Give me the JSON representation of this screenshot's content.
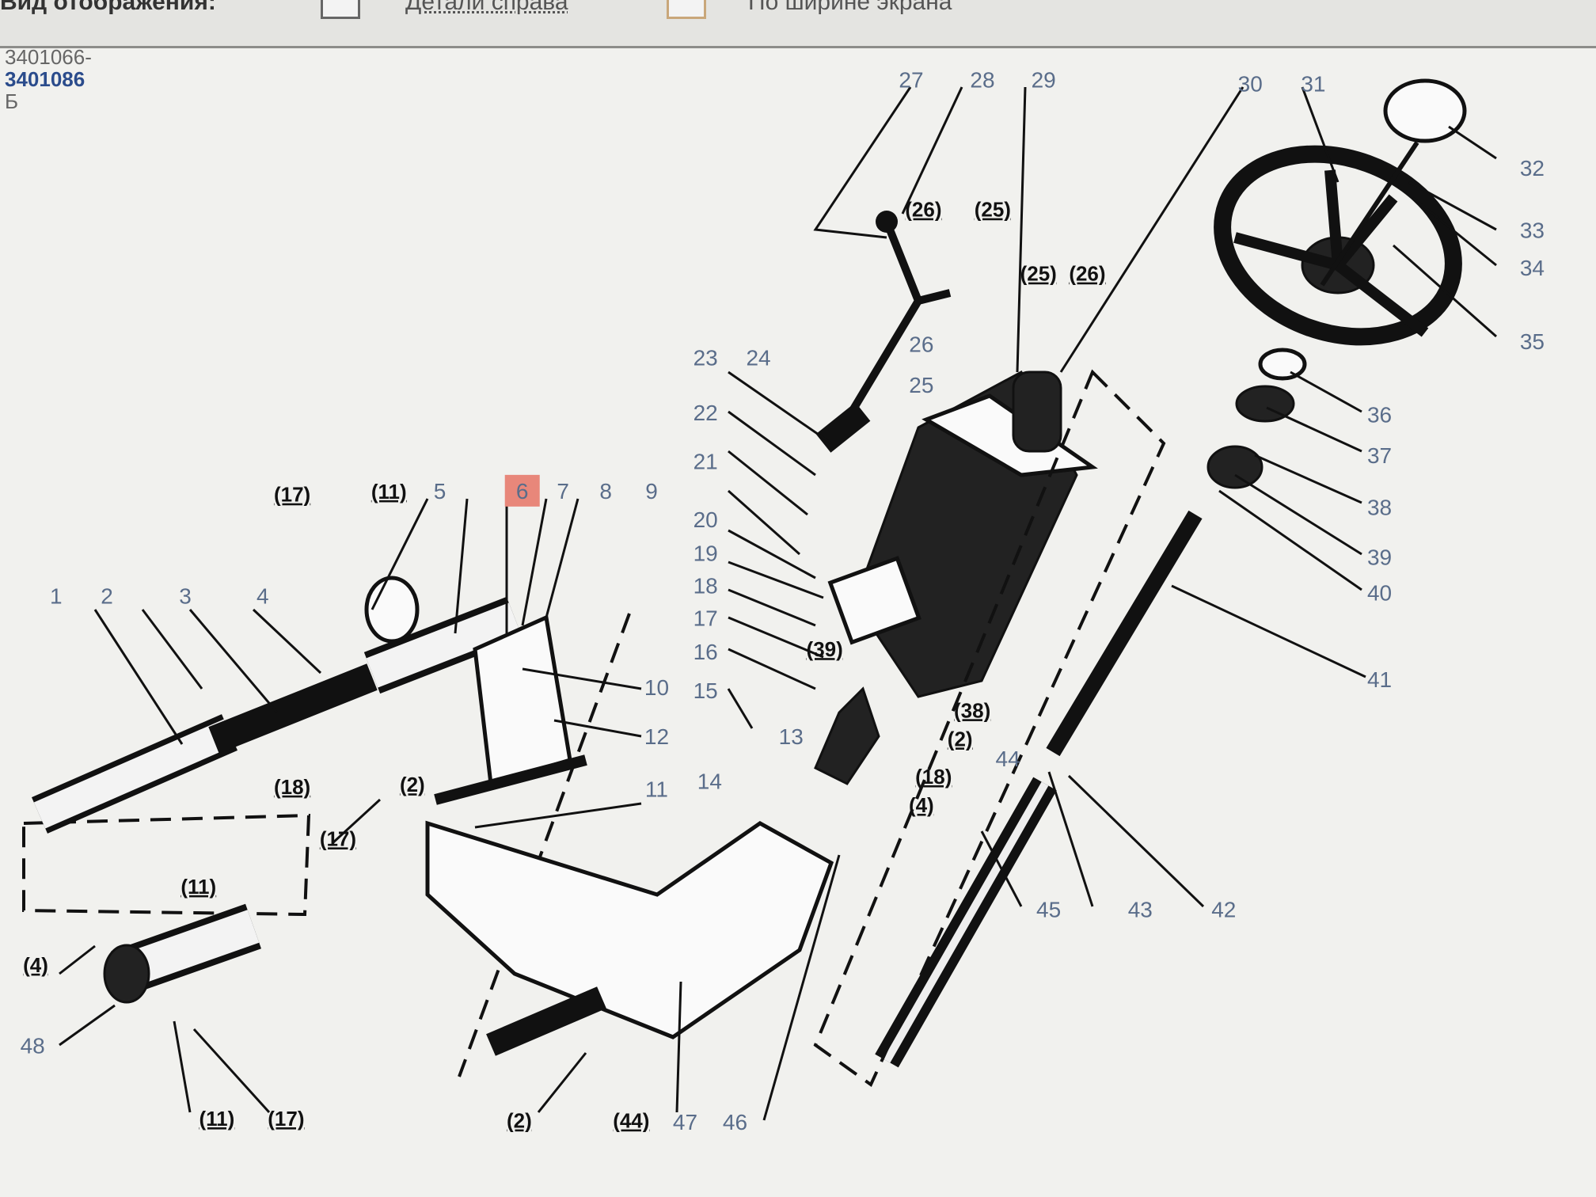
{
  "toolbar": {
    "view_label": "Вид отображения:",
    "details_right": "Детали справа",
    "fit_width": "По ширине экрана"
  },
  "header": {
    "code_line1": "3401066-",
    "code_line2": "3401086",
    "code_line3": "Б"
  },
  "diagram": {
    "highlight_color": "#e8877a",
    "highlighted_label": "6",
    "labels": [
      "1",
      "2",
      "3",
      "4",
      "(17)",
      "(11)",
      "5",
      "6",
      "7",
      "8",
      "9",
      "10",
      "12",
      "11",
      "(18)",
      "(2)",
      "(17)",
      "(11)",
      "(4)",
      "48",
      "(11)",
      "(17)",
      "(2)",
      "(44)",
      "47",
      "46",
      "23",
      "24",
      "22",
      "21",
      "20",
      "19",
      "18",
      "17",
      "16",
      "15",
      "13",
      "14",
      "26",
      "25",
      "(26)",
      "(25)",
      "(25)",
      "(26)",
      "27",
      "28",
      "29",
      "30",
      "31",
      "32",
      "33",
      "34",
      "35",
      "36",
      "37",
      "38",
      "39",
      "40",
      "41",
      "(39)",
      "(38)",
      "(2)",
      "44",
      "(18)",
      "(4)",
      "45",
      "43",
      "42"
    ]
  }
}
